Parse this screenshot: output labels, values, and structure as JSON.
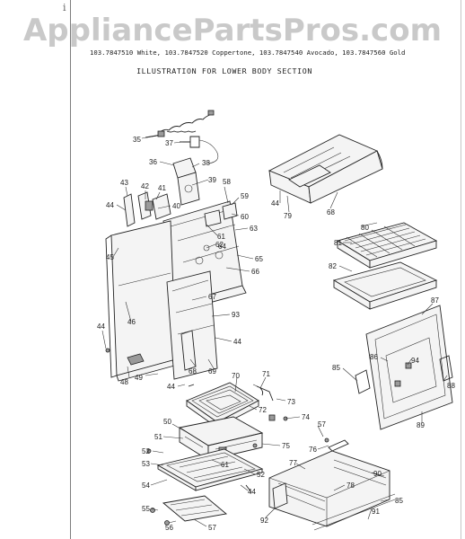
{
  "watermark": "AppliancePartsPros.com",
  "corner_mark": "i",
  "models_line": "103.7847510 White, 103.7847520 Coppertone, 103.7847540 Avocado, 103.7847560 Gold",
  "caption": "ILLUSTRATION FOR LOWER BODY SECTION",
  "callouts": {
    "c35": "35",
    "c37": "37",
    "c36": "36",
    "c38": "38",
    "c43": "43",
    "c42": "42",
    "c41": "41",
    "c39": "39",
    "c40": "40",
    "c58": "58",
    "c59": "59",
    "c44a": "44",
    "c61": "61",
    "c60": "60",
    "c62": "62",
    "c63": "63",
    "c64": "64",
    "c45": "45",
    "c65": "65",
    "c66": "66",
    "c67": "67",
    "c93": "93",
    "c46": "46",
    "c44b": "44",
    "c44c": "44",
    "c68a": "68",
    "c69": "69",
    "c48": "48",
    "c49": "49",
    "c44d": "44",
    "c70": "70",
    "c71": "71",
    "c72": "72",
    "c73": "73",
    "c74": "74",
    "c50": "50",
    "c51": "51",
    "c75": "75",
    "c52a": "52",
    "c53": "53",
    "c61b": "61",
    "c52b": "52",
    "c54": "54",
    "c44e": "44",
    "c55": "55",
    "c56": "56",
    "c57a": "57",
    "c57b": "57",
    "c76": "76",
    "c77": "77",
    "c90": "90",
    "c78": "78",
    "c85a": "85",
    "c92": "92",
    "c91": "91",
    "c44f": "44",
    "c79": "79",
    "c68b": "68",
    "c80": "80",
    "c81": "81",
    "c82": "82",
    "c87": "87",
    "c85b": "85",
    "c86": "86",
    "c94": "94",
    "c88": "88",
    "c89": "89"
  }
}
